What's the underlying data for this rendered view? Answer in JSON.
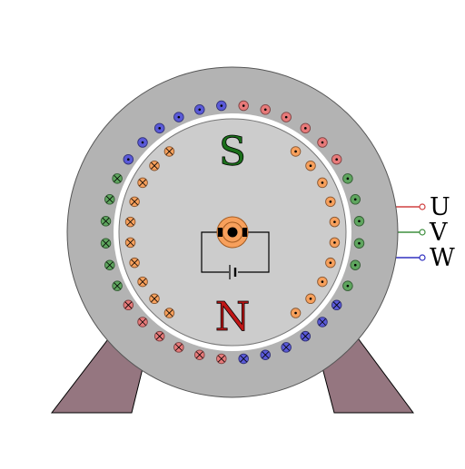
{
  "rotor": {
    "pole_top": "S",
    "pole_bottom": "N"
  },
  "terminals": [
    {
      "label": "U",
      "color": "#d04040"
    },
    {
      "label": "V",
      "color": "#3f8f3f"
    },
    {
      "label": "W",
      "color": "#3030c0"
    }
  ],
  "colors": {
    "stator": "#b3b3b3",
    "rotor": "#cccccc",
    "air_gap": "#ffffff",
    "foot": "#957680",
    "phase_u": "#e77a7a",
    "phase_v": "#5fa65f",
    "phase_w": "#5a5ad8",
    "field_coil": "#f7a05c",
    "pole_s": "#1a6f1a",
    "pole_n": "#c01616"
  },
  "stator_slots": [
    {
      "phase": "u",
      "dir": "out",
      "count": 6
    },
    {
      "phase": "v",
      "dir": "out",
      "count": 6
    },
    {
      "phase": "w",
      "dir": "in",
      "count": 6
    },
    {
      "phase": "u",
      "dir": "in",
      "count": 6
    },
    {
      "phase": "v",
      "dir": "in",
      "count": 6
    },
    {
      "phase": "w",
      "dir": "out",
      "count": 6
    }
  ],
  "rotor_coils": [
    {
      "side": "right",
      "dir": "out",
      "count": 10
    },
    {
      "side": "left",
      "dir": "in",
      "count": 10
    }
  ],
  "icons": {
    "slip_ring": "slip-ring-icon",
    "battery": "battery-icon",
    "conductor_out": "conductor-dot-icon",
    "conductor_in": "conductor-cross-icon"
  }
}
